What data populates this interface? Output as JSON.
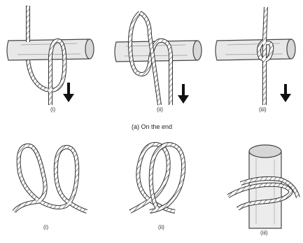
{
  "caption_top": "(a) On the end",
  "panels": [
    {
      "label": "(i)"
    },
    {
      "label": "(ii)"
    },
    {
      "label": "(iii)"
    },
    {
      "label": "(i)"
    },
    {
      "label": "(ii)"
    },
    {
      "label": "(iii)"
    }
  ],
  "colors": {
    "rope": "#3a3a3a",
    "rope_fill": "#ffffff",
    "wood": "#e6e6e6",
    "wood_line": "#4a4a4a",
    "arrow": "#111111"
  }
}
